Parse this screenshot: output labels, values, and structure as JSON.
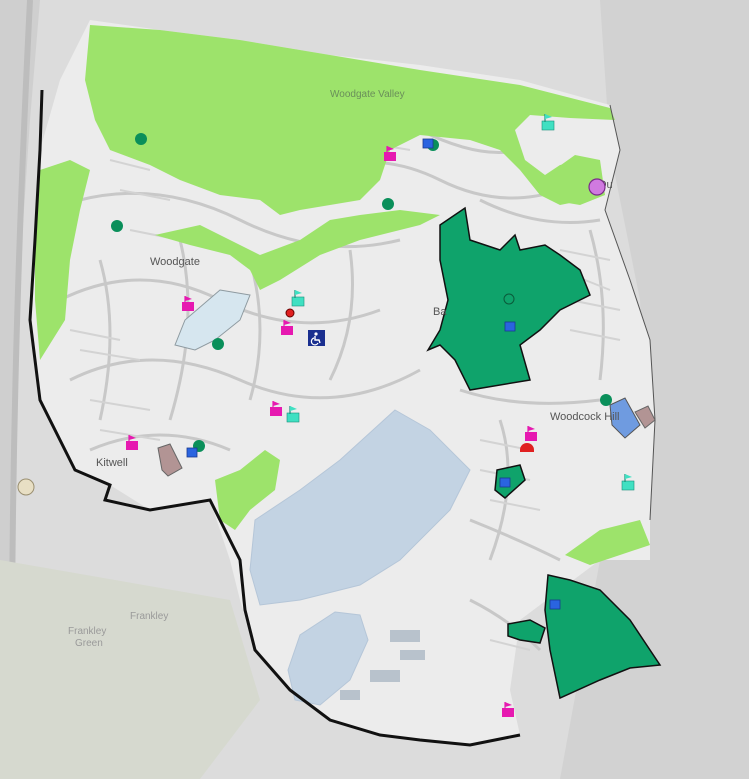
{
  "map": {
    "place_labels": {
      "woodgate_valley": "Woodgate Valley",
      "woodgate": "Woodgate",
      "kitwell": "Kitwell",
      "woodcock_hill": "Woodcock Hill",
      "frankley": "Frankley",
      "frankley_green_1": "Frankley",
      "frankley_green_2": "Green",
      "bartley_partial": "Ba",
      "quinton_partial": "Qu"
    },
    "colors": {
      "background": "#d9d9d9",
      "ward_fill": "#ececec",
      "road": "#c9c9c9",
      "boundary": "#111111",
      "open_space": "#9de36b",
      "park": "#0fa36b",
      "reservoir": "#c3d3e3",
      "school": "#e619b0",
      "community": "#3fe0c2",
      "sport": "#2a64e0",
      "health": "#0a8f5a",
      "library": "#d93aa8"
    },
    "legend_icons": [
      "school-flag-icon",
      "community-flag-icon",
      "sport-square-icon",
      "health-dot-icon",
      "library-circle-icon",
      "accessible-parking-icon"
    ]
  }
}
